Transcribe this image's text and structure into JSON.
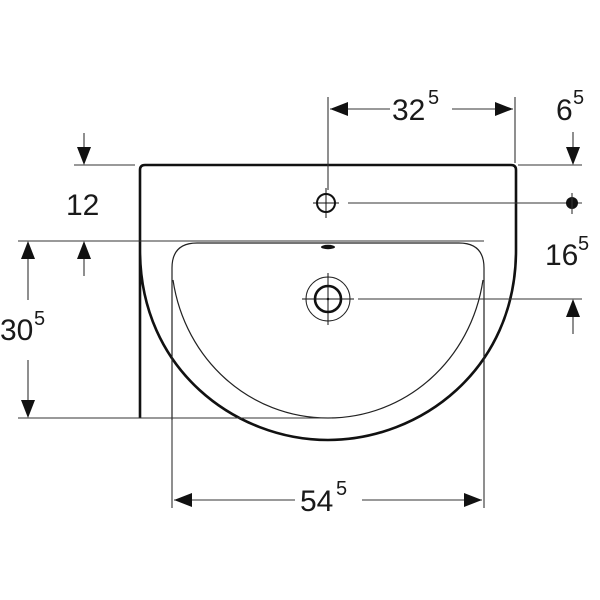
{
  "diagram": {
    "subject": "Washbasin dimension drawing (top view)",
    "units_note": "dimensions in cm, superscript = half-cm decimal",
    "dimensions": {
      "tap_hole_to_right_edge": {
        "main": "32",
        "sup": "5"
      },
      "right_offset": {
        "main": "6",
        "sup": "5"
      },
      "rim_depth": {
        "main": "12",
        "sup": ""
      },
      "tap_to_drain": {
        "main": "16",
        "sup": "5"
      },
      "bowl_depth": {
        "main": "30",
        "sup": "5"
      },
      "bowl_width": {
        "main": "54",
        "sup": "5"
      }
    },
    "features": [
      "outer-basin-outline",
      "inner-bowl-outline",
      "tap-hole",
      "overflow-slot",
      "drain-outlet"
    ],
    "colors": {
      "line": "#111111",
      "background": "#ffffff"
    }
  }
}
